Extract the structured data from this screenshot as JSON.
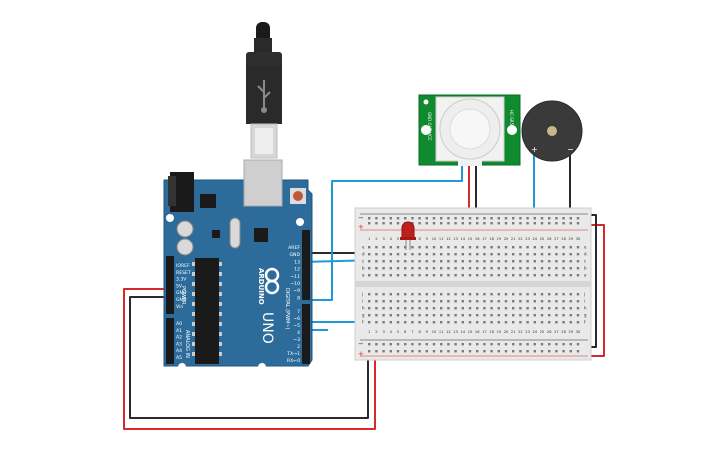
{
  "colors": {
    "board": "#2d6b9a",
    "board_dark": "#1f5780",
    "breadboard": "#e9e9e9",
    "pir_board": "#0f8a2e",
    "buzzer": "#3a3a3a",
    "wire_red": "#d42a2a",
    "wire_black": "#2a2a2a",
    "wire_blue": "#1e9bd7",
    "led": "#c0201e"
  },
  "arduino": {
    "logo_text": "ARDUINO",
    "model": "UNO",
    "digital_label": "DIGITAL (PWM~)",
    "power_label": "POWER",
    "analog_label": "ANALOG IN",
    "header_top_pins": [
      "AREF",
      "GND",
      "13",
      "12",
      "~11",
      "~10",
      "~9",
      "8"
    ],
    "header_bottom_pins": [
      "7",
      "~6",
      "~5",
      "4",
      "~3",
      "2",
      "TX→1",
      "RX←0"
    ],
    "power_pins": [
      "IOREF",
      "RESET",
      "3.3V",
      "5V",
      "GND",
      "GND",
      "Vin"
    ],
    "analog_pins": [
      "A0",
      "A1",
      "A2",
      "A3",
      "A4",
      "A5"
    ]
  },
  "pir": {
    "side_left": "GND OUT VCC",
    "side_right": "HC-SR501"
  },
  "buzzer": {
    "plus": "+",
    "minus": "−"
  },
  "breadboard": {
    "columns": [
      "1",
      "2",
      "3",
      "4",
      "5",
      "6",
      "7",
      "8",
      "9",
      "10",
      "11",
      "12",
      "13",
      "14",
      "15",
      "16",
      "17",
      "18",
      "19",
      "20",
      "21",
      "22",
      "23",
      "24",
      "25",
      "26",
      "27",
      "28",
      "29",
      "30"
    ],
    "rows_top": [
      "a",
      "b",
      "c",
      "d",
      "e"
    ],
    "rows_bottom": [
      "f",
      "g",
      "h",
      "i",
      "j"
    ],
    "rail_plus": "+",
    "rail_minus": "−"
  }
}
